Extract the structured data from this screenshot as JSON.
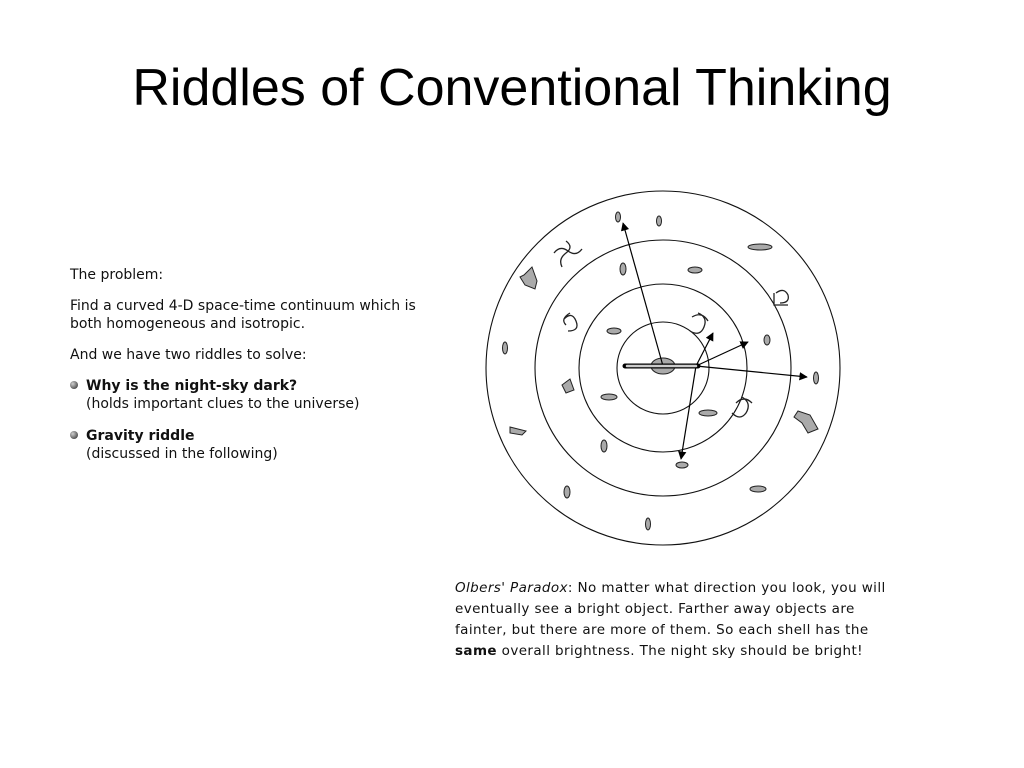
{
  "slide": {
    "title": "Riddles of Conventional Thinking"
  },
  "left": {
    "problem_label": "The problem:",
    "problem_text": "Find a curved 4-D space-time continuum which is both homogeneous and isotropic.",
    "riddles_intro": "And we have two riddles to solve:",
    "bullets": [
      {
        "head": "Why is the night-sky dark?",
        "sub": "(holds important clues to the universe)"
      },
      {
        "head": "Gravity riddle",
        "sub": "(discussed in the following)"
      }
    ]
  },
  "caption": {
    "term": "Olbers' Paradox",
    "part1": ": No matter what direction you look, you will eventually see a bright object. Farther away objects are fainter, but there are more of them. So each shell has the ",
    "strong": "same",
    "part2": " overall brightness. The night sky should be bright!"
  }
}
